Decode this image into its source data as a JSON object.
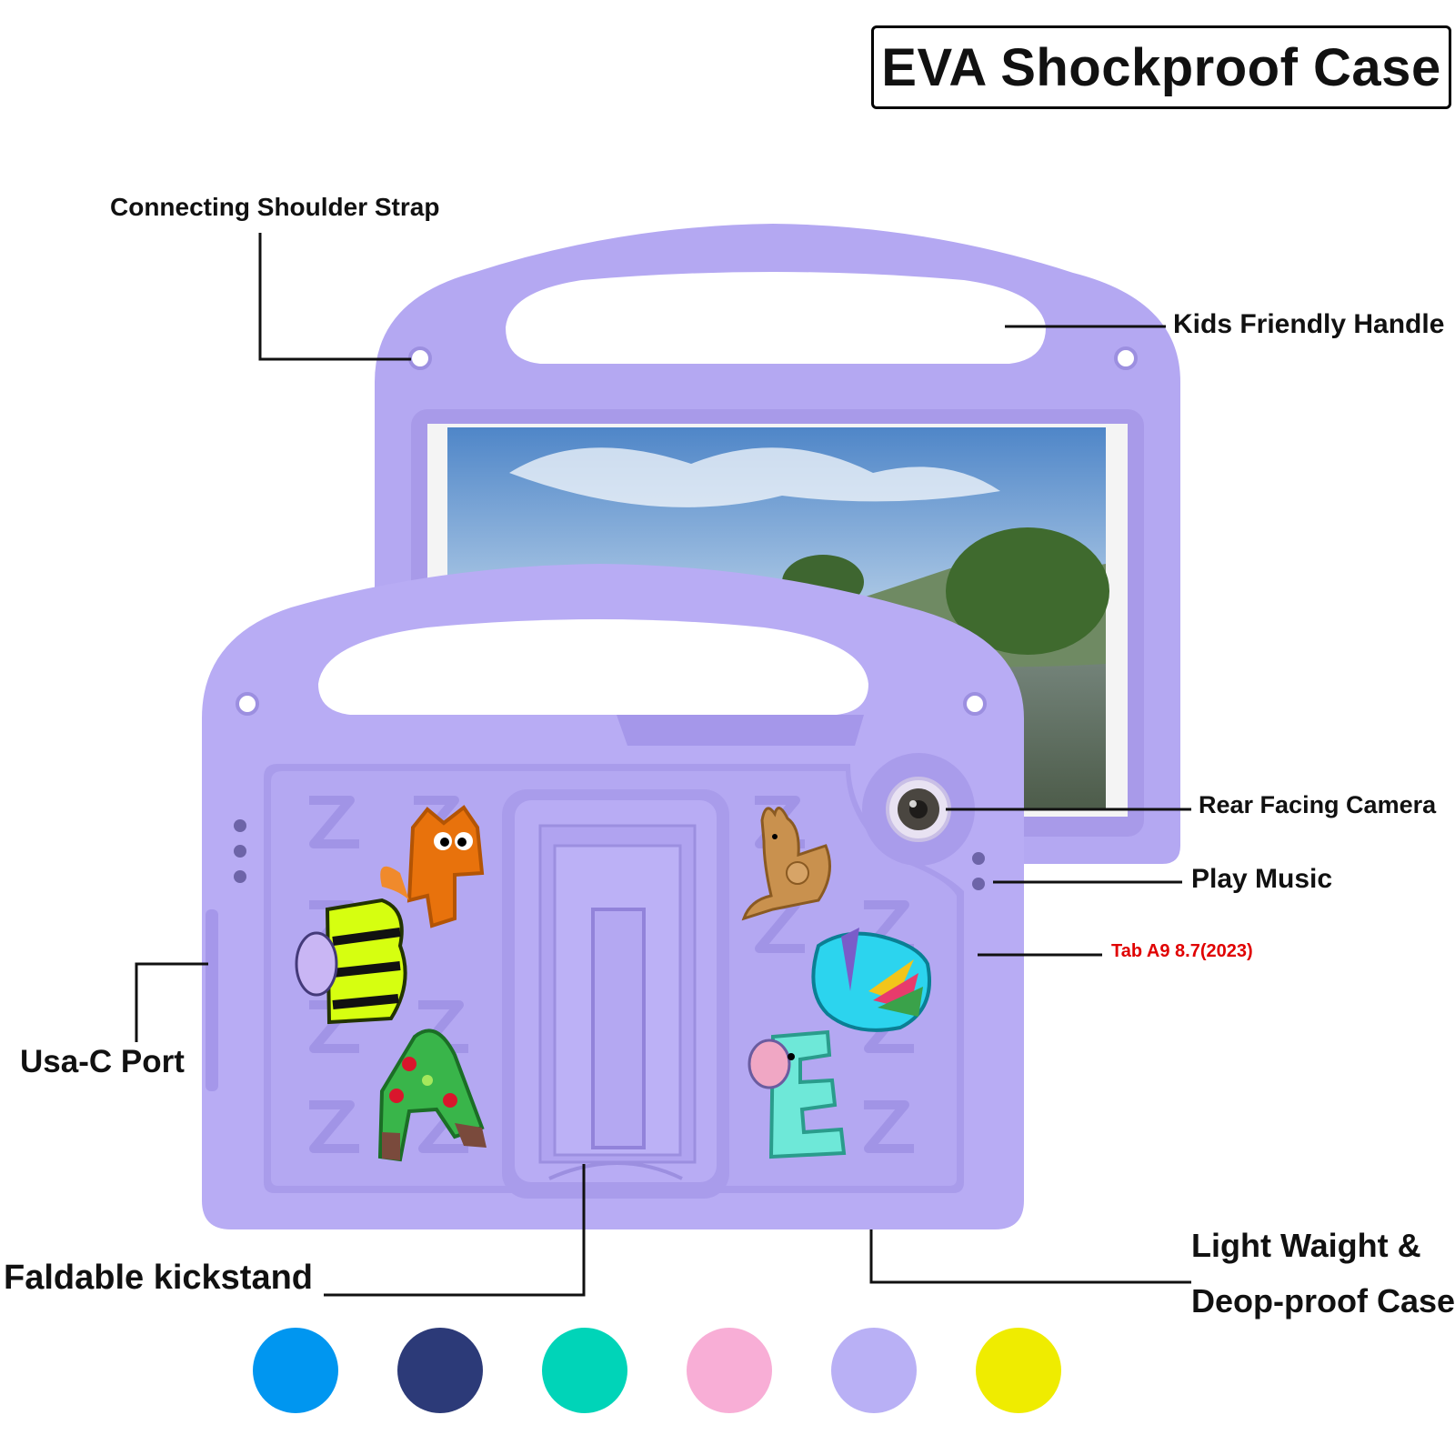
{
  "title": "EVA Shockproof Case",
  "callouts": {
    "shoulder_strap": "Connecting Shoulder Strap",
    "handle": "Kids Friendly Handle",
    "camera": "Rear Facing Camera",
    "music": "Play Music",
    "model": "Tab A9 8.7(2023)",
    "port": "Usa-C Port",
    "kickstand": "Faldable kickstand",
    "light_line1": "Light Waight &",
    "light_line2": "Deop-proof Case"
  },
  "colors": {
    "case": "#b8acf4",
    "case_dark": "#a597ea",
    "model_text": "#e00000"
  },
  "color_options": [
    "#0096f0",
    "#2c3a78",
    "#00d4b8",
    "#f8aed6",
    "#b9b0f5",
    "#efec00"
  ]
}
